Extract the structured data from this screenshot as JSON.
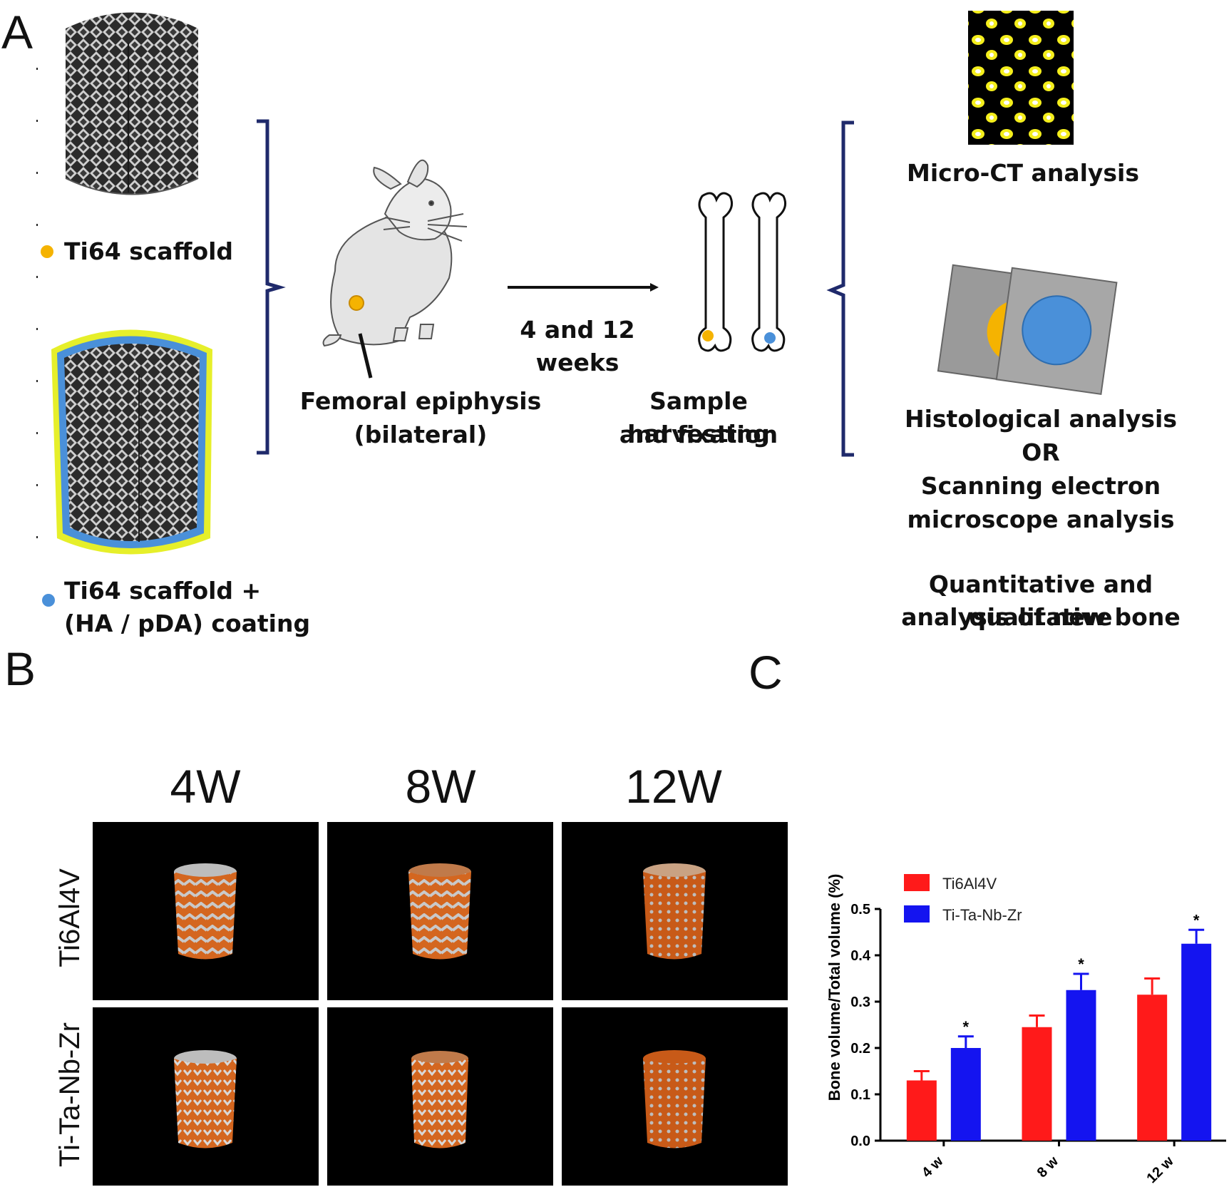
{
  "panels": {
    "a": "A",
    "b": "B",
    "c": "C"
  },
  "panel_a": {
    "legend_group1": "Ti64 scaffold",
    "legend_group2_line1": "Ti64 scaffold +",
    "legend_group2_line2": "(HA / pDA) coating",
    "implant_site_line1": "Femoral epiphysis",
    "implant_site_line2": "(bilateral)",
    "timepoints": "4 and 12 weeks",
    "harvest_line1": "Sample harvesting",
    "harvest_line2": "and fixation",
    "micro_ct": "Micro-CT analysis",
    "histology": "Histological analysis",
    "or": "OR",
    "sem_line1": "Scanning electron",
    "sem_line2": "microscope analysis",
    "quant_line1": "Quantitative and qualitative",
    "quant_line2": "analysis of new bone",
    "colors": {
      "group1": "#f5b301",
      "group2": "#4a90d9",
      "bracket": "#1f2a6b",
      "coating_outer": "#e6ef2a"
    }
  },
  "panel_b": {
    "columns": [
      "4W",
      "8W",
      "12W"
    ],
    "rows": [
      "Ti6Al4V",
      "Ti-Ta-Nb-Zr"
    ],
    "scaffold_color": "#d4661f"
  },
  "chart_data": {
    "type": "bar",
    "ylabel": "Bone volume/Total volume (%)",
    "xlabel": "",
    "categories": [
      "4 w",
      "8 w",
      "12 w"
    ],
    "ylim": [
      0,
      0.5
    ],
    "yticks": [
      "0.0",
      "0.1",
      "0.2",
      "0.3",
      "0.4",
      "0.5"
    ],
    "series": [
      {
        "name": "Ti6Al4V",
        "color": "#ff1a1a",
        "values": [
          0.13,
          0.245,
          0.315
        ],
        "errors": [
          0.02,
          0.025,
          0.035
        ],
        "sig": [
          "",
          "",
          ""
        ]
      },
      {
        "name": "Ti-Ta-Nb-Zr",
        "color": "#1414f0",
        "values": [
          0.2,
          0.325,
          0.425
        ],
        "errors": [
          0.025,
          0.035,
          0.03
        ],
        "sig": [
          "*",
          "*",
          "*"
        ]
      }
    ],
    "legend_position": "top-left"
  }
}
